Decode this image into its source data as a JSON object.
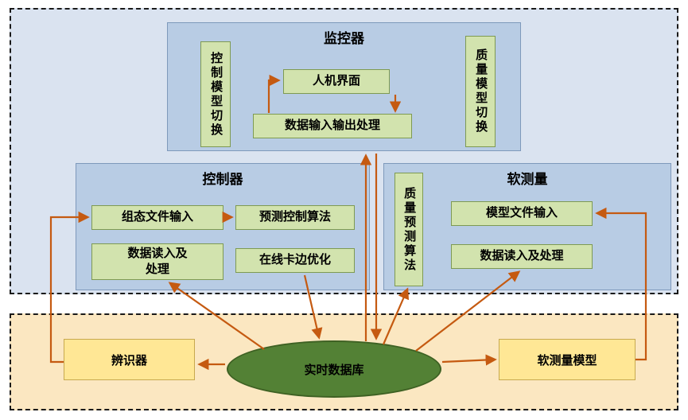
{
  "monitor": {
    "title": "监控器",
    "control_model_switch": "控制模型切换",
    "hmi": "人机界面",
    "data_io": "数据输入输出处理",
    "quality_model_switch": "质量模型切换"
  },
  "controller": {
    "title": "控制器",
    "config_file_input": "组态文件输入",
    "predictive_control": "预测控制算法",
    "data_read": "数据读入及\n处理",
    "online_optimization": "在线卡边优化"
  },
  "soft_sensor": {
    "title": "软测量",
    "quality_prediction": "质量预测算法",
    "model_file_input": "模型文件输入",
    "data_read": "数据读入及处理"
  },
  "database_layer": {
    "identifier": "辨识器",
    "realtime_database": "实时数据库",
    "soft_sensor_model": "软测量模型"
  },
  "colors": {
    "arrow": "#c55a11",
    "panel_blue": "#b8cce4",
    "box_green": "#d2e3ae",
    "box_yellow": "#ffe795",
    "ellipse_green": "#538135",
    "upper_background": "#dae3f0",
    "lower_background": "#fbe7c1"
  }
}
